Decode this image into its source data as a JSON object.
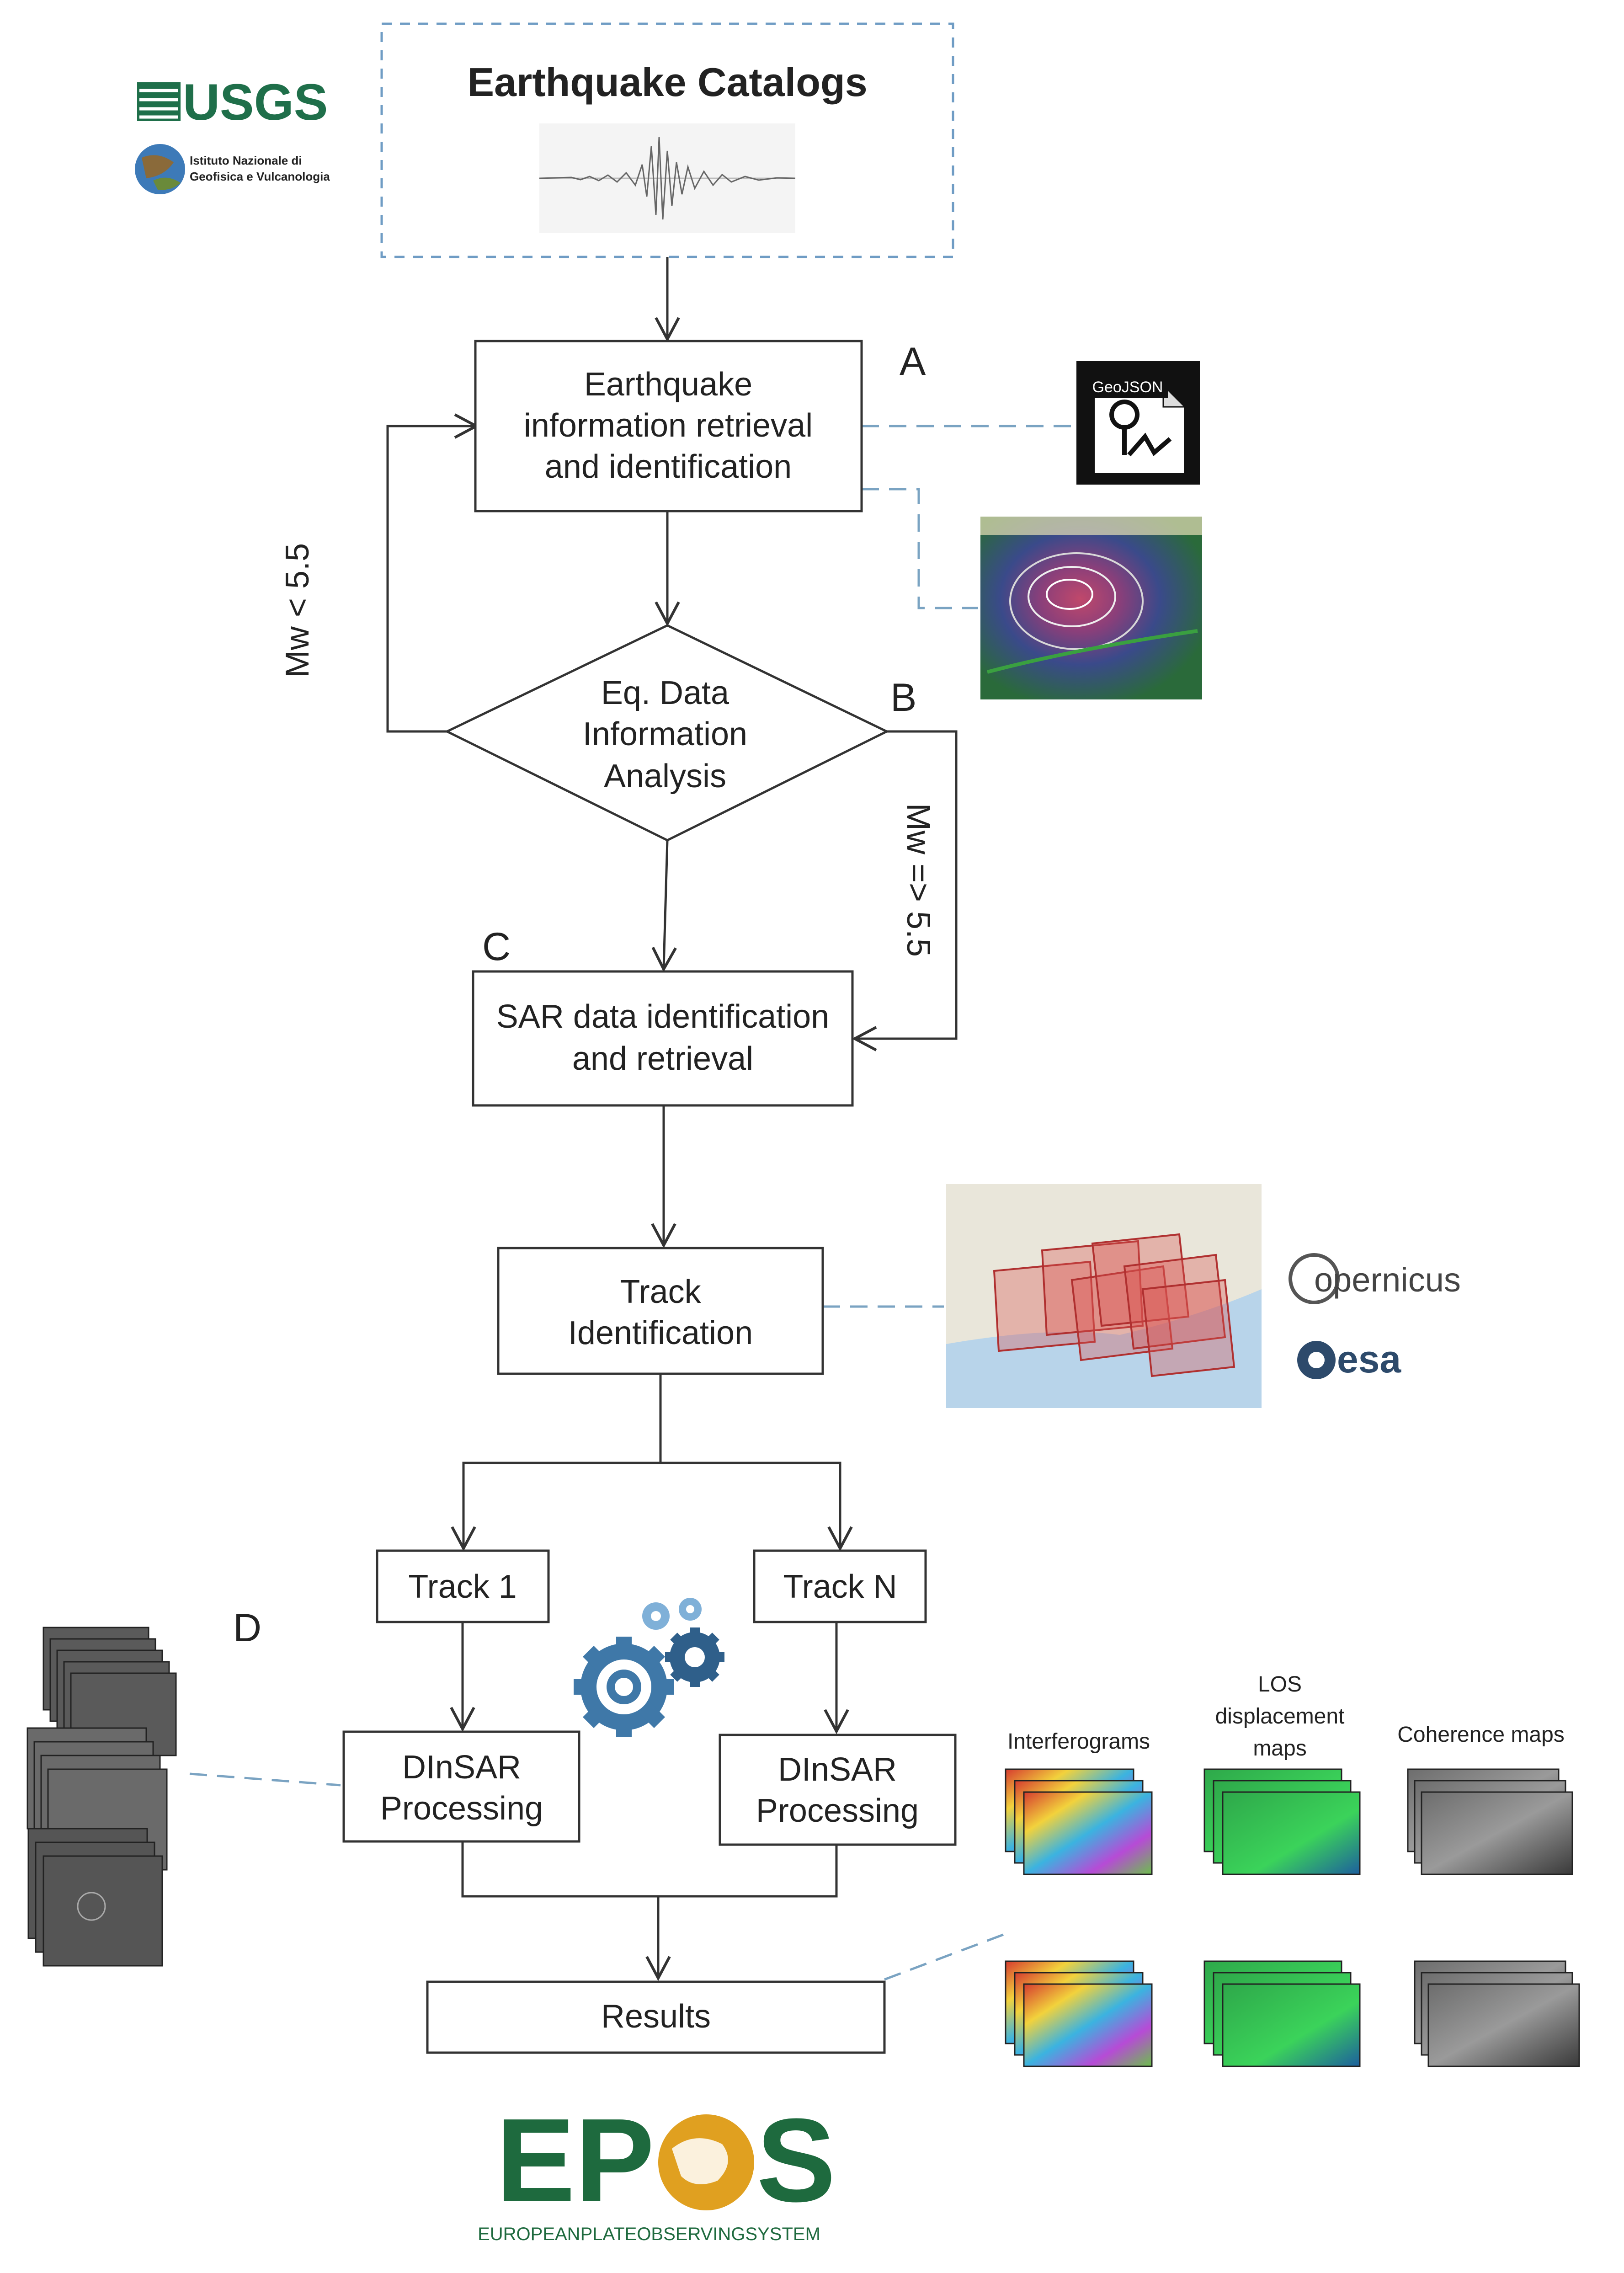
{
  "catalog": {
    "title": "Earthquake Catalogs",
    "logos": {
      "usgs": "USGS",
      "ingv_line1": "Istituto Nazionale di",
      "ingv_line2": "Geofisica e Vulcanologia"
    }
  },
  "steps": {
    "retrieval": {
      "tag": "A",
      "line1": "Earthquake",
      "line2": "information retrieval",
      "line3": "and identification"
    },
    "analysis": {
      "tag": "B",
      "line1": "Eq. Data",
      "line2": "Information",
      "line3": "Analysis"
    },
    "sar": {
      "tag": "C",
      "line1": "SAR data identification",
      "line2": "and retrieval"
    },
    "track_id": {
      "line1": "Track",
      "line2": "Identification"
    },
    "track1": {
      "label": "Track 1"
    },
    "trackN": {
      "label": "Track N"
    },
    "dinsar_tag": "D",
    "dinsar1": {
      "line1": "DInSAR",
      "line2": "Processing"
    },
    "dinsarN": {
      "line1": "DInSAR",
      "line2": "Processing"
    },
    "results": {
      "label": "Results"
    }
  },
  "conditions": {
    "low": "Mw < 5.5",
    "high": "Mw => 5.5"
  },
  "outputs": {
    "geojson_label": "GeoJSON",
    "interferograms": "Interferograms",
    "los_line1": "LOS",
    "los_line2": "displacement",
    "los_line3": "maps",
    "coherence": "Coherence maps"
  },
  "providers": {
    "copernicus": "opernicus",
    "esa": "esa"
  },
  "footer": {
    "epos_left": "EP",
    "epos_right": "S",
    "epos_sub": "EUROPEANPLATEOBSERVINGSYSTEM"
  },
  "colors": {
    "usgs_green": "#1f6f4a",
    "epos_green": "#1e6a3e",
    "epos_gold": "#e0a020",
    "connector_dash": "#7aa3c2",
    "esa_blue": "#2d4a6b"
  }
}
